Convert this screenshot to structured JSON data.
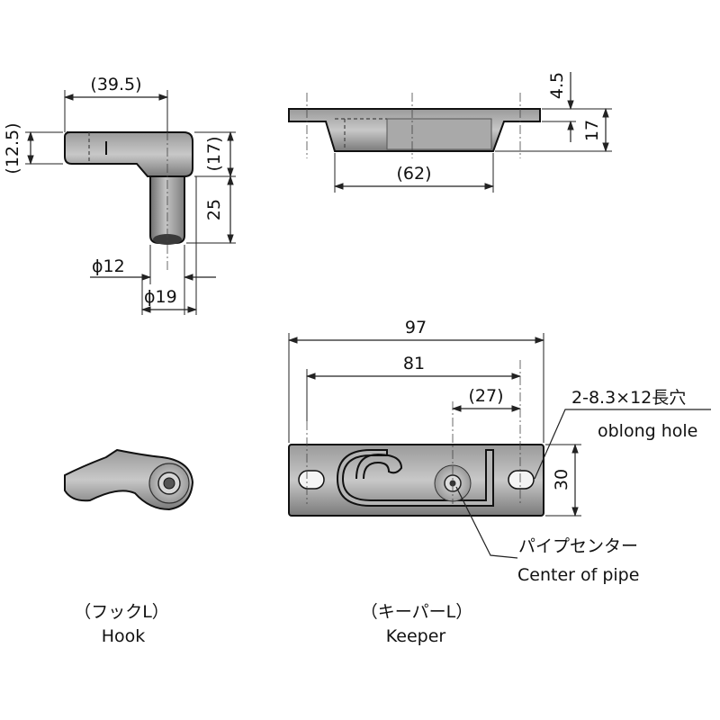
{
  "hook_views": {
    "width_dim": "(39.5)",
    "head_height_dim": "(12.5)",
    "overall_height_dim": "(17)",
    "pin_length_dim": "25",
    "pin_diameter_dim": "ϕ12",
    "collar_diameter_dim": "ϕ19",
    "label_jp": "（フックL）",
    "label_en": "Hook"
  },
  "keeper_views": {
    "plate_thickness_dim": "4.5",
    "total_height_dim": "17",
    "body_length_dim": "(62)",
    "overall_length_dim": "97",
    "hole_pitch_dim": "81",
    "pipe_offset_dim": "(27)",
    "height_dim": "30",
    "hole_note_jp": "2-8.3×12長穴",
    "hole_note_en": "oblong hole",
    "pipe_note_jp": "パイプセンター",
    "pipe_note_en": "Center of pipe",
    "label_jp": "（キーパーL）",
    "label_en": "Keeper"
  }
}
